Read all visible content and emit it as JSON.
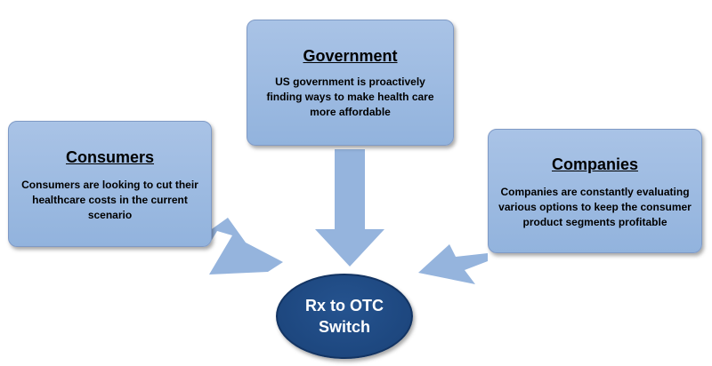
{
  "diagram": {
    "center": {
      "label": "Rx to OTC Switch"
    },
    "boxes": {
      "government": {
        "title": "Government",
        "text": "US government is proactively finding ways to make health care more affordable"
      },
      "consumers": {
        "title": "Consumers",
        "text": "Consumers are looking to cut their healthcare costs in the current scenario"
      },
      "companies": {
        "title": "Companies",
        "text": "Companies are constantly evaluating various options to keep the consumer product segments profitable"
      }
    },
    "colors": {
      "box_fill": "#9bb9e0",
      "box_border": "#7f9ac6",
      "arrow_fill": "#95b4dd",
      "center_fill": "#1f4b85",
      "center_text": "#ffffff"
    }
  }
}
